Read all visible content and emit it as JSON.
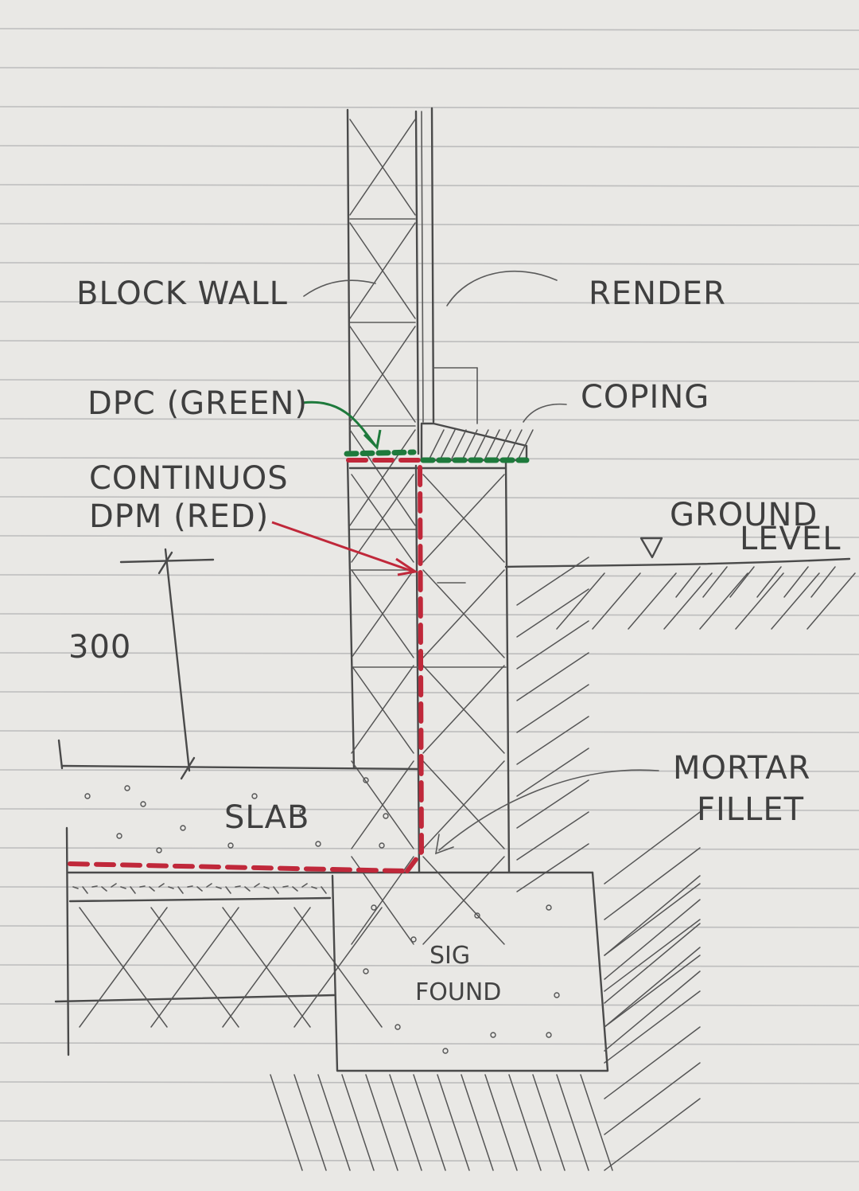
{
  "labels": {
    "block_wall": "BLOCK WALL",
    "render": "RENDER",
    "dpc": "DPC (GREEN)",
    "coping": "COPING",
    "dpm_line1": "CONTINUOS",
    "dpm_line2": "DPM (RED)",
    "ground_line1": "GROUND",
    "ground_line2": "LEVEL",
    "dimension": "300",
    "slab": "SLAB",
    "mortar_line1": "MORTAR",
    "mortar_line2": "FILLET",
    "found_line1": "SIG",
    "found_line2": "FOUND"
  },
  "colors": {
    "paper": "#e9e8e5",
    "pencil": "#4a4a4a",
    "dpm": "#c0283a",
    "dpc": "#1e7a3c"
  }
}
